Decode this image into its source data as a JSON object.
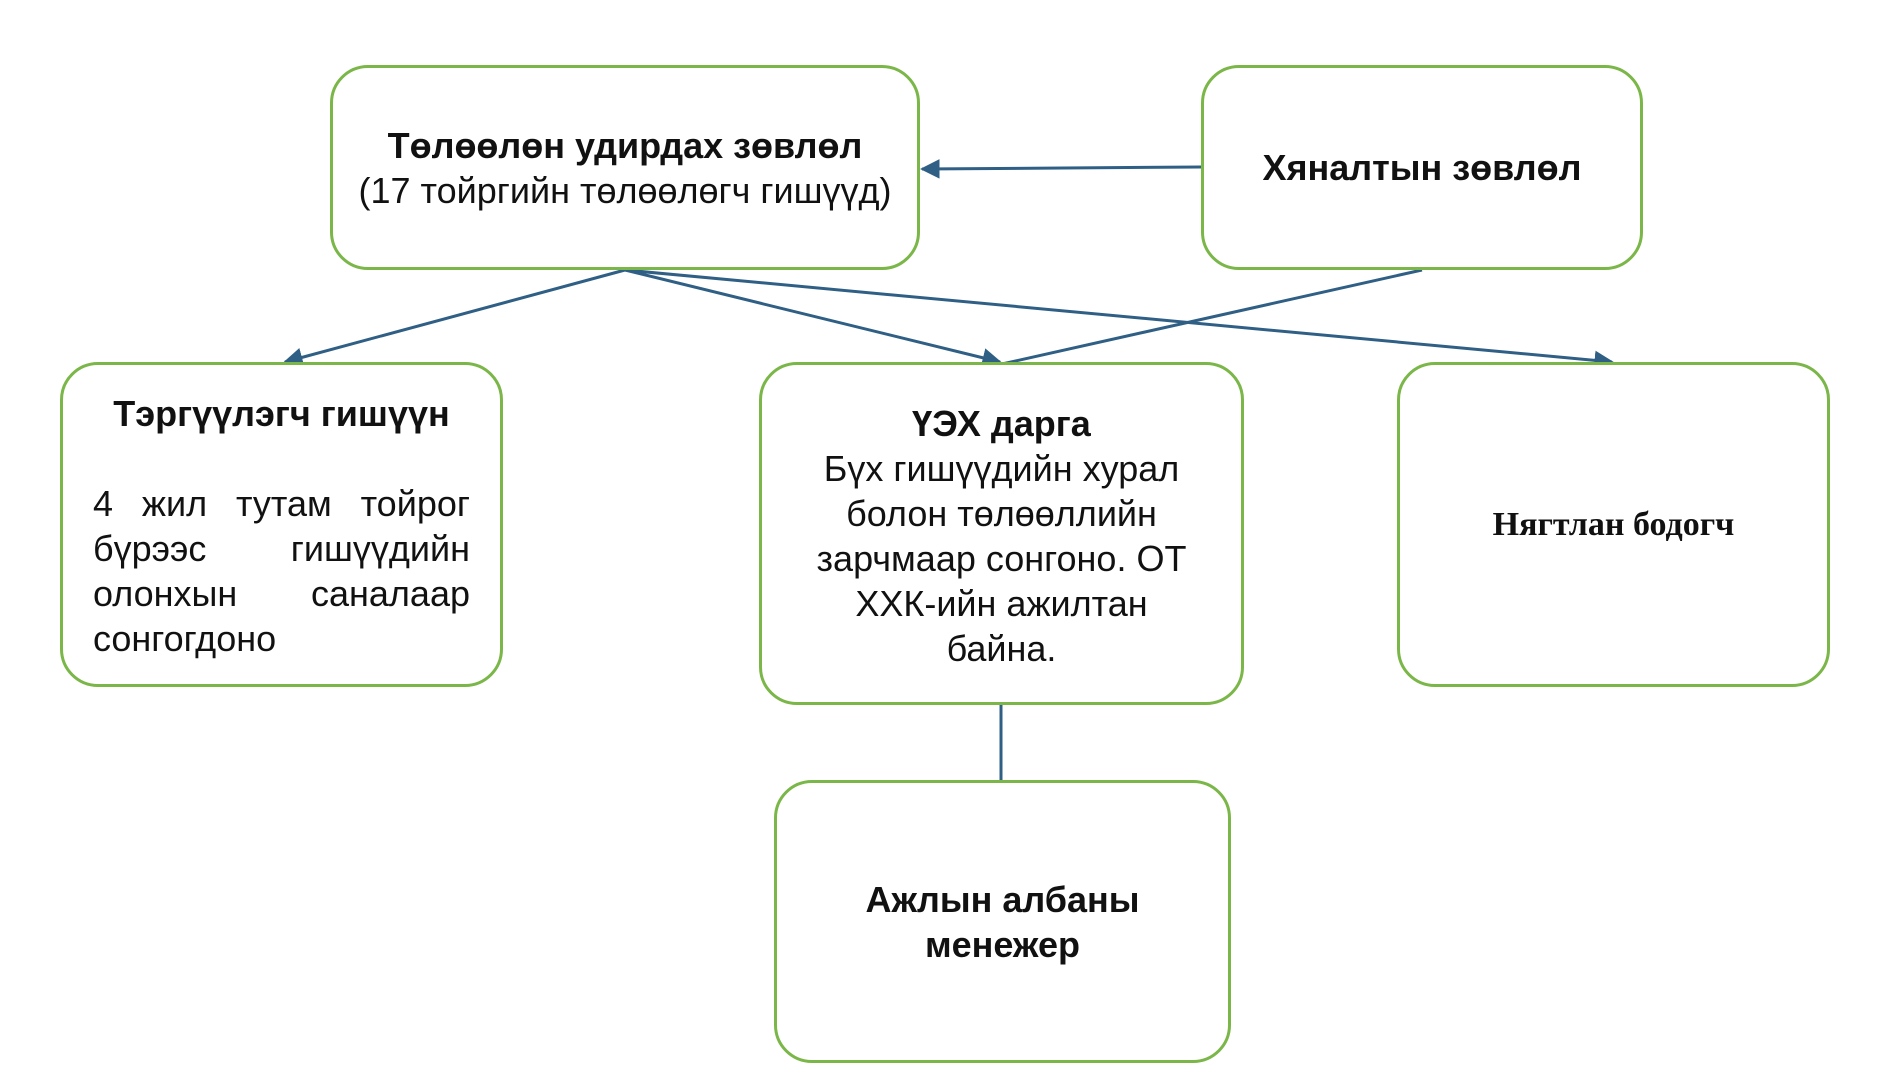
{
  "diagram": {
    "nodes": {
      "board": {
        "title": "Төлөөлөн удирдах зөвлөл",
        "subtitle": "(17 тойргийн төлөөлөгч гишүүд)"
      },
      "supervisory": {
        "title": "Хяналтын зөвлөл"
      },
      "leader": {
        "title": "Тэргүүлэгч гишүүн",
        "description": "4 жил тутам тойрог бүрээс гишүүдийн олонхын саналаар сонгогдоно"
      },
      "chair": {
        "title": "ҮЭХ дарга",
        "description": "Бүх гишүүдийн хурал болон төлөөллийн зарчмаар сонгоно. ОТ ХХК-ийн ажилтан байна."
      },
      "accountant": {
        "title": "Нягтлан бодогч"
      },
      "manager": {
        "title": "Ажлын албаны менежер"
      }
    },
    "edges": [
      {
        "from": "supervisory",
        "to": "board",
        "arrow": true
      },
      {
        "from": "board",
        "to": "leader",
        "arrow": true
      },
      {
        "from": "board",
        "to": "chair",
        "arrow": true
      },
      {
        "from": "board",
        "to": "accountant",
        "arrow": true
      },
      {
        "from": "supervisory",
        "to": "chair",
        "arrow": false
      },
      {
        "from": "chair",
        "to": "manager",
        "arrow": false
      }
    ],
    "colors": {
      "node_border": "#7ab648",
      "connector": "#2f5f85"
    }
  }
}
